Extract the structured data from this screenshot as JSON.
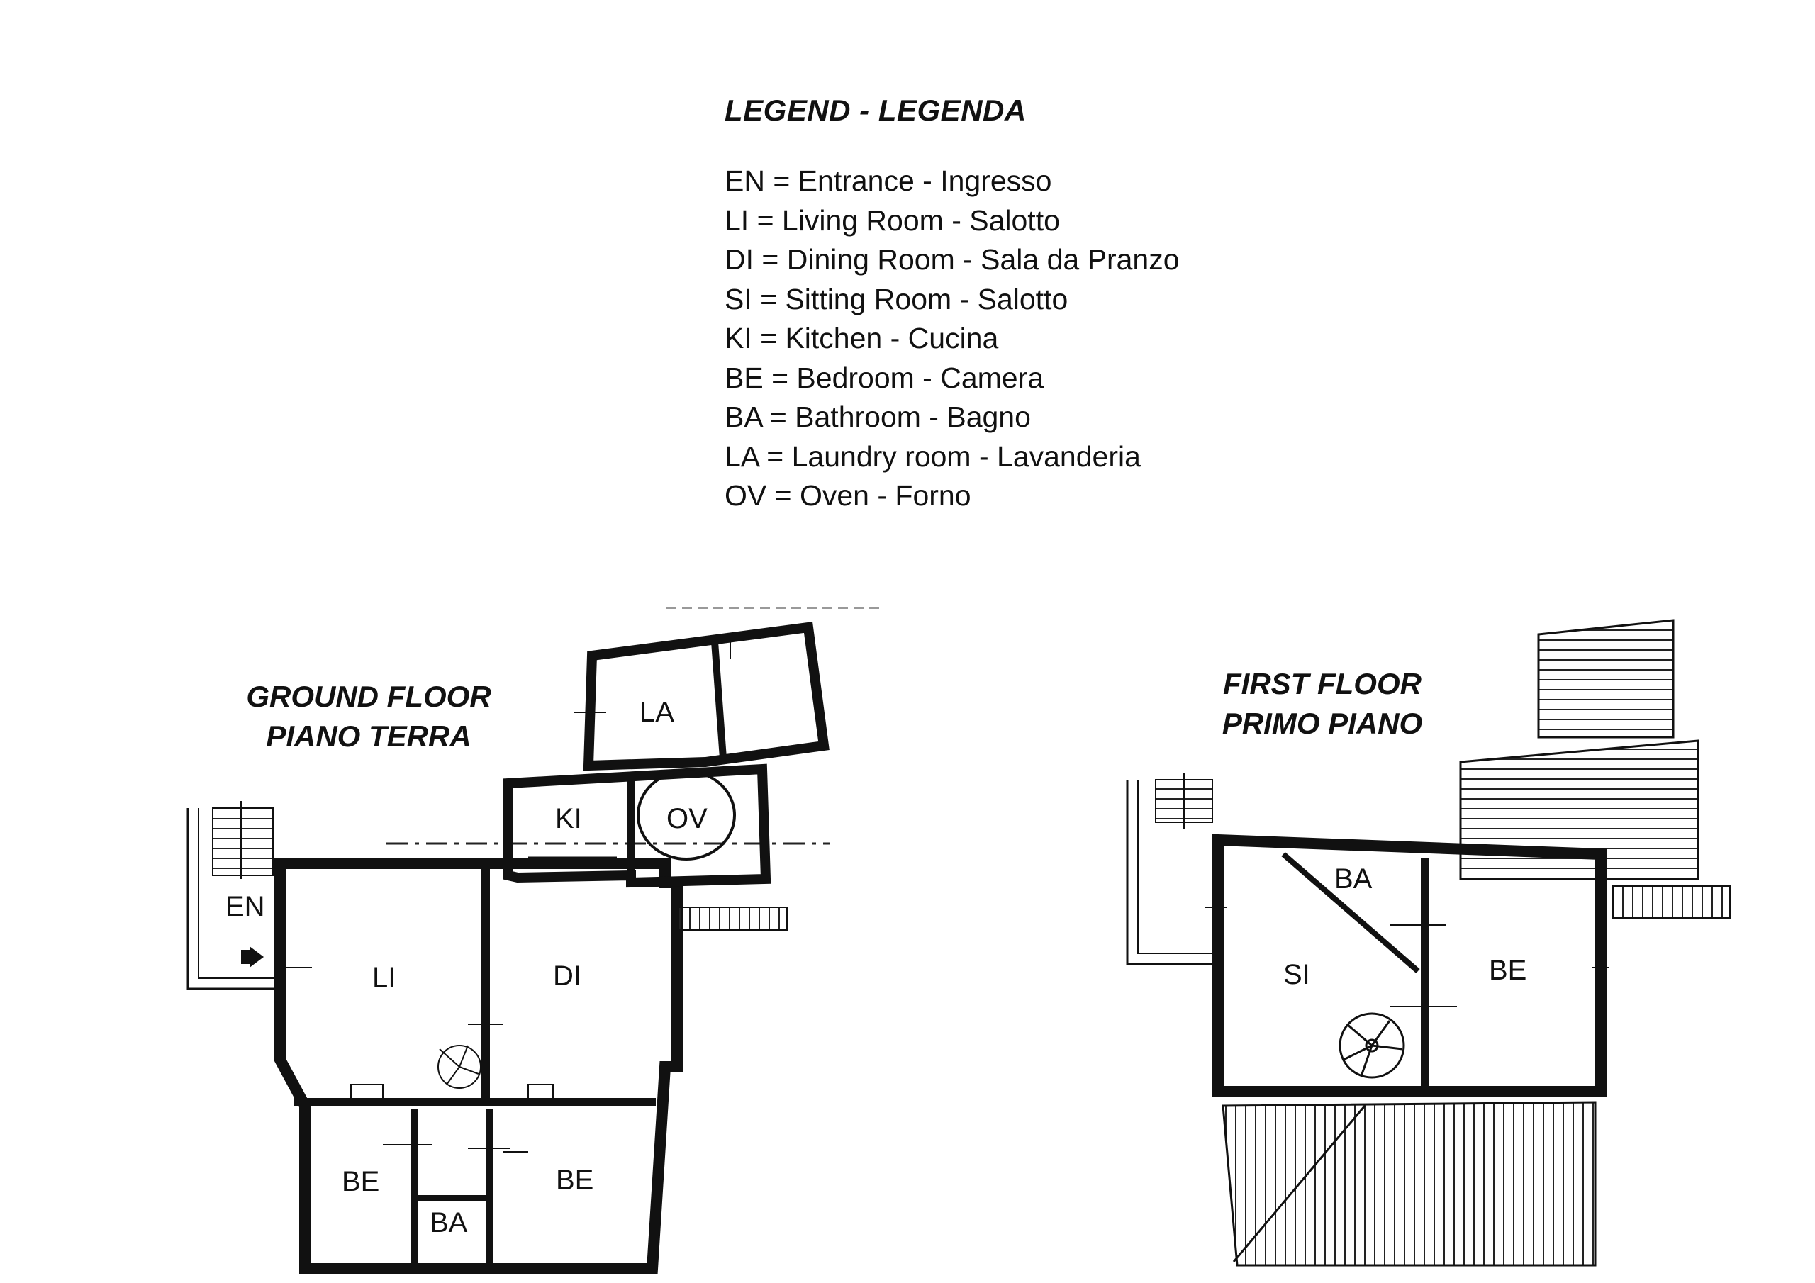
{
  "legend": {
    "title": "LEGEND - LEGENDA",
    "items": [
      "EN = Entrance - Ingresso",
      "LI = Living Room - Salotto",
      "DI = Dining Room - Sala da Pranzo",
      "SI = Sitting Room - Salotto",
      "KI = Kitchen - Cucina",
      "BE = Bedroom - Camera",
      "BA = Bathroom - Bagno",
      "LA = Laundry room - Lavanderia",
      "OV = Oven - Forno"
    ]
  },
  "ground_floor": {
    "title_line1": "GROUND FLOOR",
    "title_line2": "PIANO TERRA",
    "rooms": {
      "entrance": "EN",
      "living": "LI",
      "dining": "DI",
      "kitchen": "KI",
      "oven": "OV",
      "laundry": "LA",
      "bedroom_left": "BE",
      "bathroom": "BA",
      "bedroom_right": "BE"
    }
  },
  "first_floor": {
    "title_line1": "FIRST FLOOR",
    "title_line2": "PRIMO PIANO",
    "rooms": {
      "sitting": "SI",
      "bathroom": "BA",
      "bedroom": "BE"
    }
  }
}
